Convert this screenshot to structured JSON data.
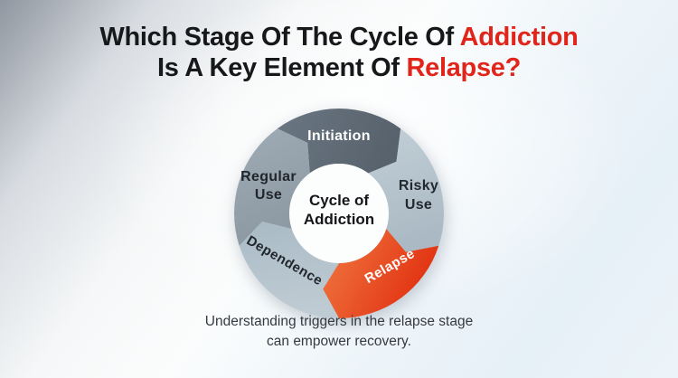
{
  "title": {
    "line1_black": "Which Stage Of The Cycle Of ",
    "line1_red": "Addiction",
    "line2_black": "Is A Key Element Of ",
    "line2_red": "Relapse?",
    "accent_color": "#e0261b",
    "text_color": "#17181a"
  },
  "diagram": {
    "center": {
      "line1": "Cycle of",
      "line2": "Addiction",
      "text_color": "#141619",
      "circle_color": "#fcfdfd"
    },
    "flow_direction": "clockwise",
    "segments": [
      {
        "label": "Initiation",
        "lines": [
          "Initiation"
        ],
        "color_light": "#6a7681",
        "color_dark": "#57626d",
        "text_color": "#ffffff"
      },
      {
        "label": "Risky Use",
        "lines": [
          "Risky",
          "Use"
        ],
        "color_light": "#c2cfd7",
        "color_dark": "#aab9c3",
        "text_color": "#23282e"
      },
      {
        "label": "Relapse",
        "lines": [
          "Relapse"
        ],
        "color_light": "#f0763f",
        "color_dark": "#e02c0e",
        "text_color": "#ffffff"
      },
      {
        "label": "Dependence",
        "lines": [
          "Dependence"
        ],
        "color_light": "#bfcbd3",
        "color_dark": "#a9bac5",
        "text_color": "#21262c"
      },
      {
        "label": "Regular Use",
        "lines": [
          "Regular",
          "Use"
        ],
        "color_light": "#a0acb5",
        "color_dark": "#8c98a2",
        "text_color": "#21262c"
      }
    ]
  },
  "caption": {
    "line1": "Understanding triggers in the relapse stage",
    "line2": "can empower recovery."
  }
}
